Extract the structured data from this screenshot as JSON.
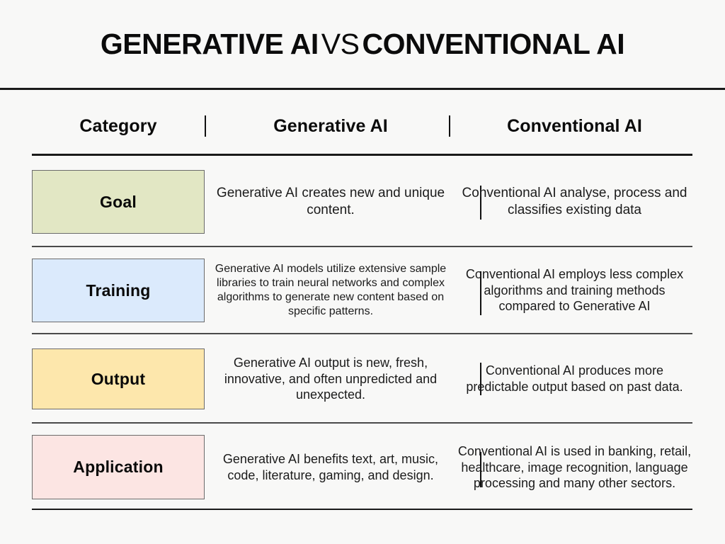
{
  "title": {
    "part1": "GENERATIVE AI",
    "vs": "VS",
    "part2": "CONVENTIONAL AI"
  },
  "columns": {
    "category": "Category",
    "generative": "Generative AI",
    "conventional": "Conventional AI"
  },
  "colors": {
    "background": "#f8f8f7",
    "rule": "#1a1a1a",
    "row_separator": "#4a4a4a",
    "box_border": "#6b6b6b",
    "goal_box": "#e2e7c4",
    "training_box": "#dbeafc",
    "output_box": "#fde7ac",
    "application_box": "#fce5e3",
    "text": "#111111"
  },
  "rows": [
    {
      "category": "Goal",
      "color": "#e2e7c4",
      "generative": "Generative AI creates new and unique content.",
      "conventional": "Conventional AI analyse, process and classifies existing data"
    },
    {
      "category": "Training",
      "color": "#dbeafc",
      "generative": "Generative AI models utilize extensive sample libraries to train neural networks and complex algorithms to generate new content based on specific patterns.",
      "conventional": "Conventional AI employs less complex algorithms and training methods compared to Generative AI"
    },
    {
      "category": "Output",
      "color": "#fde7ac",
      "generative": "Generative AI output is new, fresh, innovative, and often unpredicted and unexpected.",
      "conventional": "Conventional AI produces more predictable output based on past data."
    },
    {
      "category": "Application",
      "color": "#fce5e3",
      "generative": "Generative AI benefits text, art, music, code, literature, gaming, and design.",
      "conventional": "Conventional AI is used in banking, retail, healthcare, image recognition, language processing and many other sectors."
    }
  ]
}
